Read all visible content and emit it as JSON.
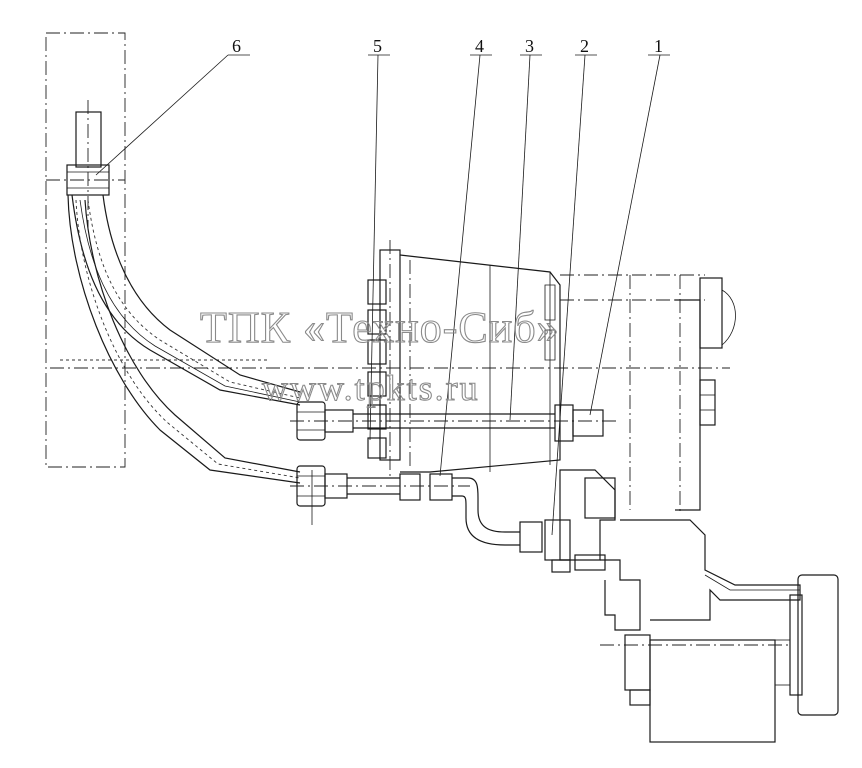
{
  "watermark": {
    "line1": "ТПК «Техно-Сиб»",
    "line2": "www.tpkts.ru"
  },
  "callouts": [
    {
      "id": "1",
      "label": "1"
    },
    {
      "id": "2",
      "label": "2"
    },
    {
      "id": "3",
      "label": "3"
    },
    {
      "id": "4",
      "label": "4"
    },
    {
      "id": "5",
      "label": "5"
    },
    {
      "id": "6",
      "label": "6"
    }
  ]
}
